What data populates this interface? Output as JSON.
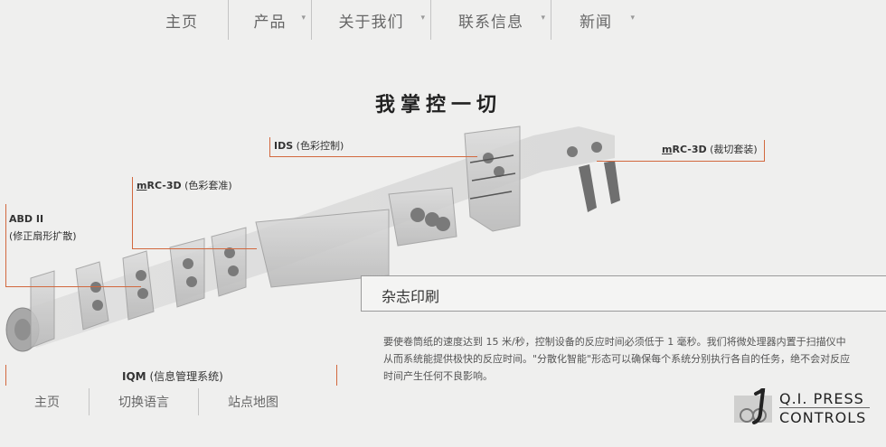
{
  "nav": {
    "items": [
      {
        "label": "主页",
        "has_menu": false
      },
      {
        "label": "产品",
        "has_menu": true
      },
      {
        "label": "关于我们",
        "has_menu": true
      },
      {
        "label": "联系信息",
        "has_menu": true
      },
      {
        "label": "新闻",
        "has_menu": true
      }
    ],
    "caret": "▾"
  },
  "headline": "我掌控一切",
  "callouts": {
    "ids": {
      "code": "IDS",
      "desc": "(色彩控制)"
    },
    "mrc_cut": {
      "prefix": "m",
      "code": "RC-3D",
      "desc": "(裁切套装)"
    },
    "mrc_color": {
      "prefix": "m",
      "code": "RC-3D",
      "desc": "(色彩套准)"
    },
    "abd": {
      "code": "ABD II",
      "desc": "(修正扇形扩散)"
    },
    "iqm": {
      "code": "IQM",
      "desc": "(信息管理系统)"
    }
  },
  "section": {
    "title": "杂志印刷",
    "body_line1": "要使卷筒纸的速度达到 15 米/秒，控制设备的反应时间必须低于 1 毫秒。我们将微处理器内置于扫描仪中",
    "body_line2": "从而系统能提供极快的反应时间。\"分散化智能\"形态可以确保每个系统分别执行各自的任务，绝不会对反应",
    "body_line3": "时间产生任何不良影响。"
  },
  "footer": {
    "items": [
      {
        "label": "主页"
      },
      {
        "label": "切换语言"
      },
      {
        "label": "站点地图"
      }
    ]
  },
  "logo": {
    "line1": "Q.I.  PRESS",
    "line2": "CONTROLS"
  },
  "colors": {
    "accent": "#d2683e",
    "background": "#efefee"
  }
}
